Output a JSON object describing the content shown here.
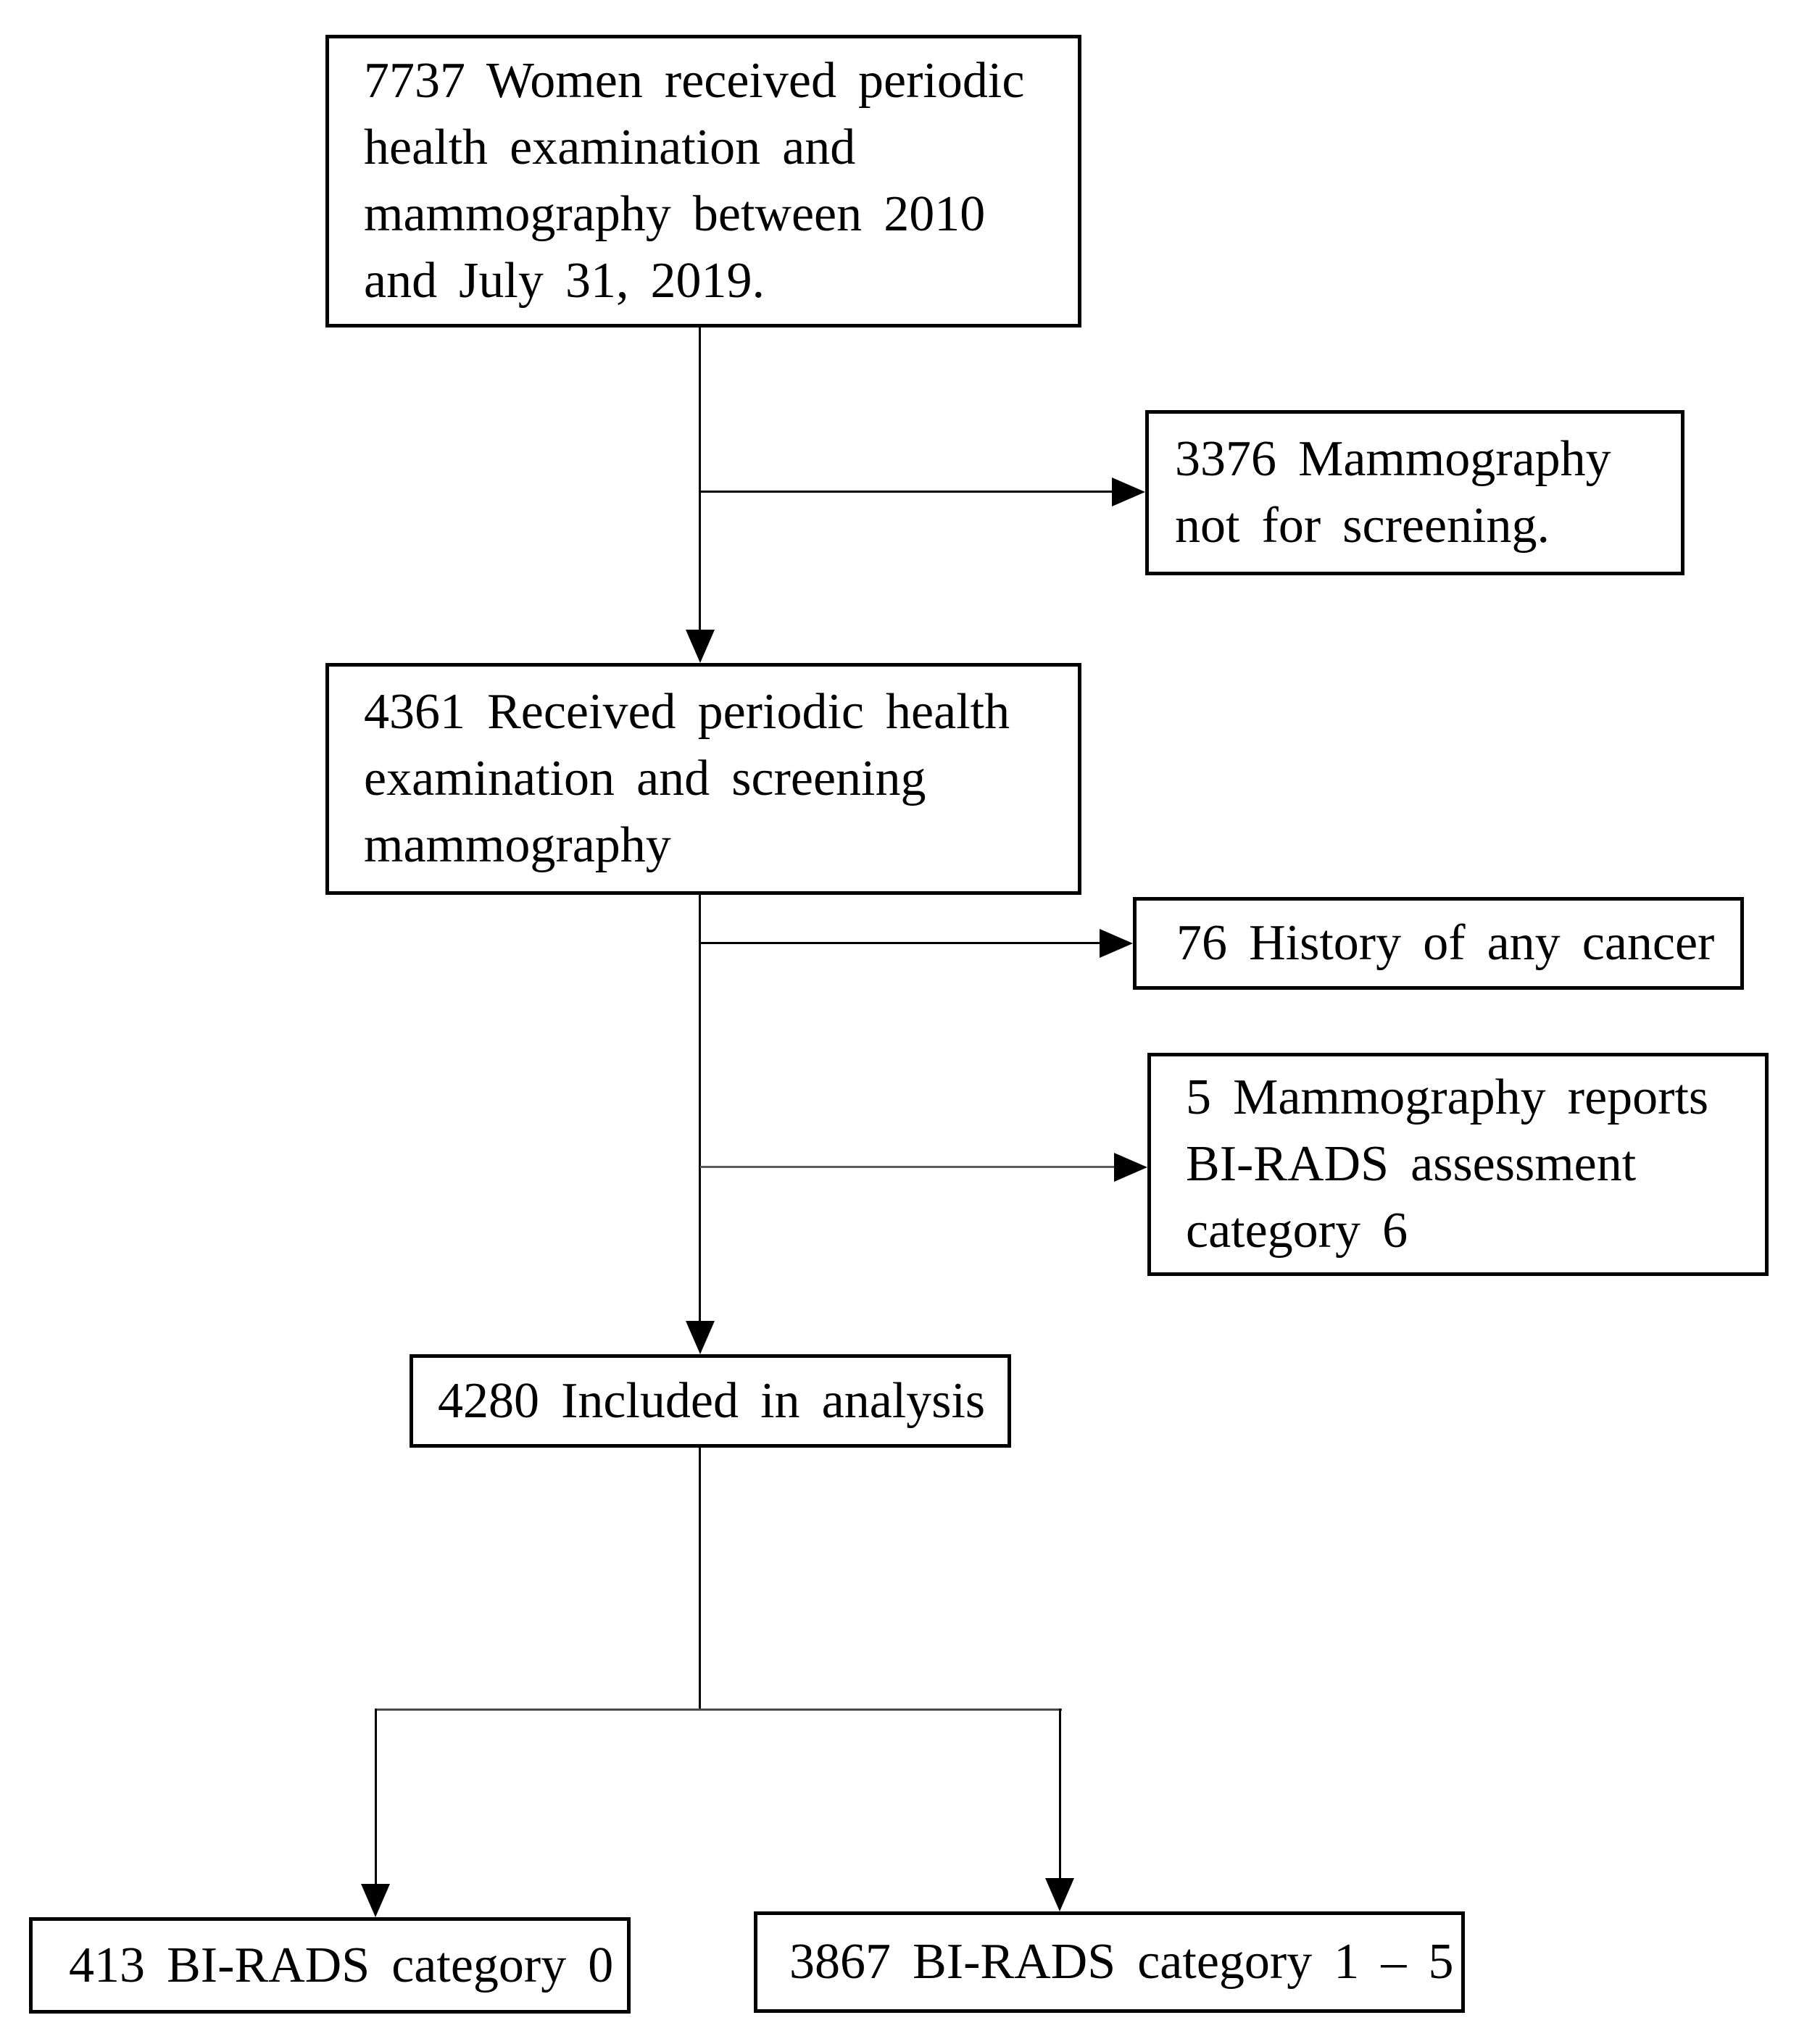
{
  "colors": {
    "background": "#ffffff",
    "box_border": "#000000",
    "text": "#000000",
    "connector": "#000000"
  },
  "boxes": [
    {
      "id": "periodic-exam-total",
      "lines": [
        "7737 Women received periodic",
        "health examination and",
        "mammography between 2010",
        "and July 31, 2019."
      ]
    },
    {
      "id": "mammography-not-for-screening",
      "lines": [
        "3376 Mammography",
        "not for screening."
      ]
    },
    {
      "id": "screening-mammography-cohort",
      "lines": [
        "4361 Received periodic health",
        "examination and screening",
        "mammography"
      ]
    },
    {
      "id": "history-of-any-cancer",
      "lines": [
        "76 History of any cancer"
      ]
    },
    {
      "id": "birads-assessment-category-6",
      "lines": [
        "5 Mammography reports",
        "BI-RADS assessment",
        "category 6"
      ]
    },
    {
      "id": "included-in-analysis",
      "lines": [
        "4280 Included in analysis"
      ]
    },
    {
      "id": "birads-category-0",
      "lines": [
        "413 BI-RADS category 0"
      ]
    },
    {
      "id": "birads-category-1-5",
      "lines": [
        "3867 BI-RADS category 1 – 5"
      ]
    }
  ]
}
